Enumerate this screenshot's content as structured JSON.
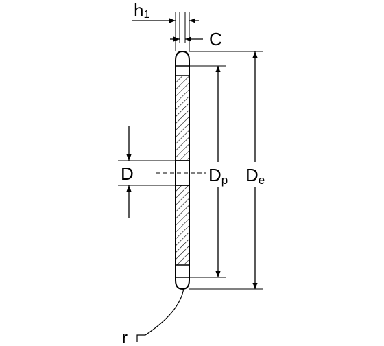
{
  "labels": {
    "h1_main": "h",
    "h1_sub": "1",
    "c": "C",
    "d": "D",
    "dp_main": "D",
    "dp_sub": "p",
    "de_main": "D",
    "de_sub": "e",
    "r": "r"
  }
}
